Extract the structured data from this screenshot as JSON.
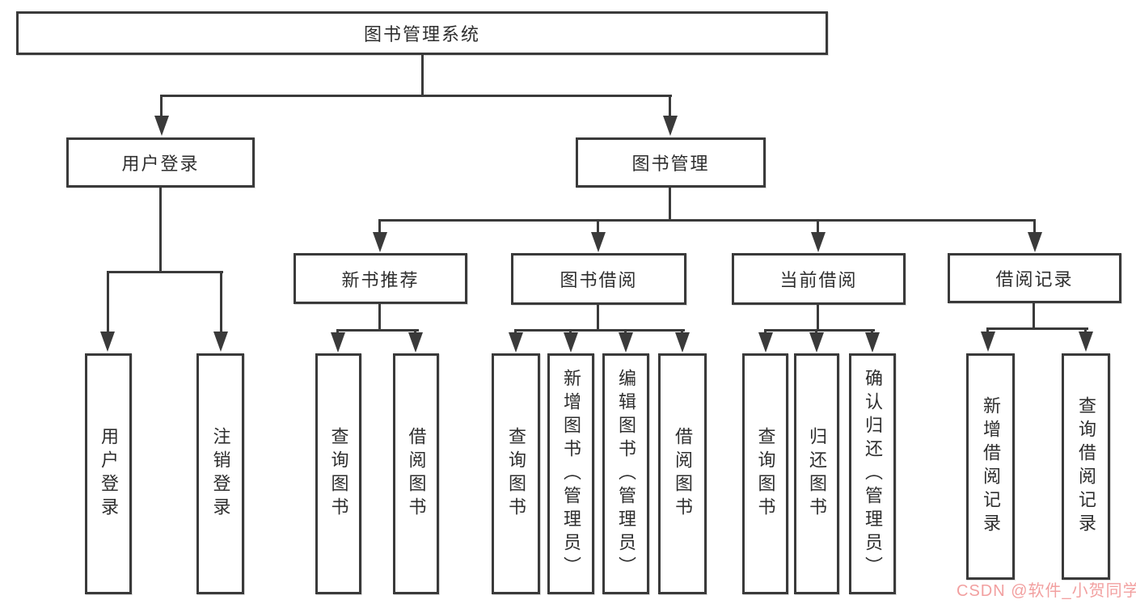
{
  "diagram": {
    "root": {
      "label": "图书管理系统"
    },
    "level2": [
      {
        "label": "用户登录"
      },
      {
        "label": "图书管理"
      }
    ],
    "level3": [
      {
        "label": "新书推荐"
      },
      {
        "label": "图书借阅"
      },
      {
        "label": "当前借阅"
      },
      {
        "label": "借阅记录"
      }
    ],
    "leaves": {
      "user_login": [
        "用户登录",
        "注销登录"
      ],
      "new_book_recommendation": [
        "查询图书",
        "借阅图书"
      ],
      "book_borrowing": [
        "查询图书",
        "新增图书（管理员）",
        "编辑图书（管理员）",
        "借阅图书"
      ],
      "current_borrowing": [
        "查询图书",
        "归还图书",
        "确认归还（管理员）"
      ],
      "borrowing_records": [
        "新增借阅记录",
        "查询借阅记录"
      ]
    },
    "watermark": "CSDN @软件_小贺同学",
    "colors": {
      "line": "#3a3a3a",
      "box_border": "#3a3a3a",
      "box_fill": "#ffffff",
      "text": "#2e2e2e",
      "watermark": "#f2a0a0"
    }
  }
}
